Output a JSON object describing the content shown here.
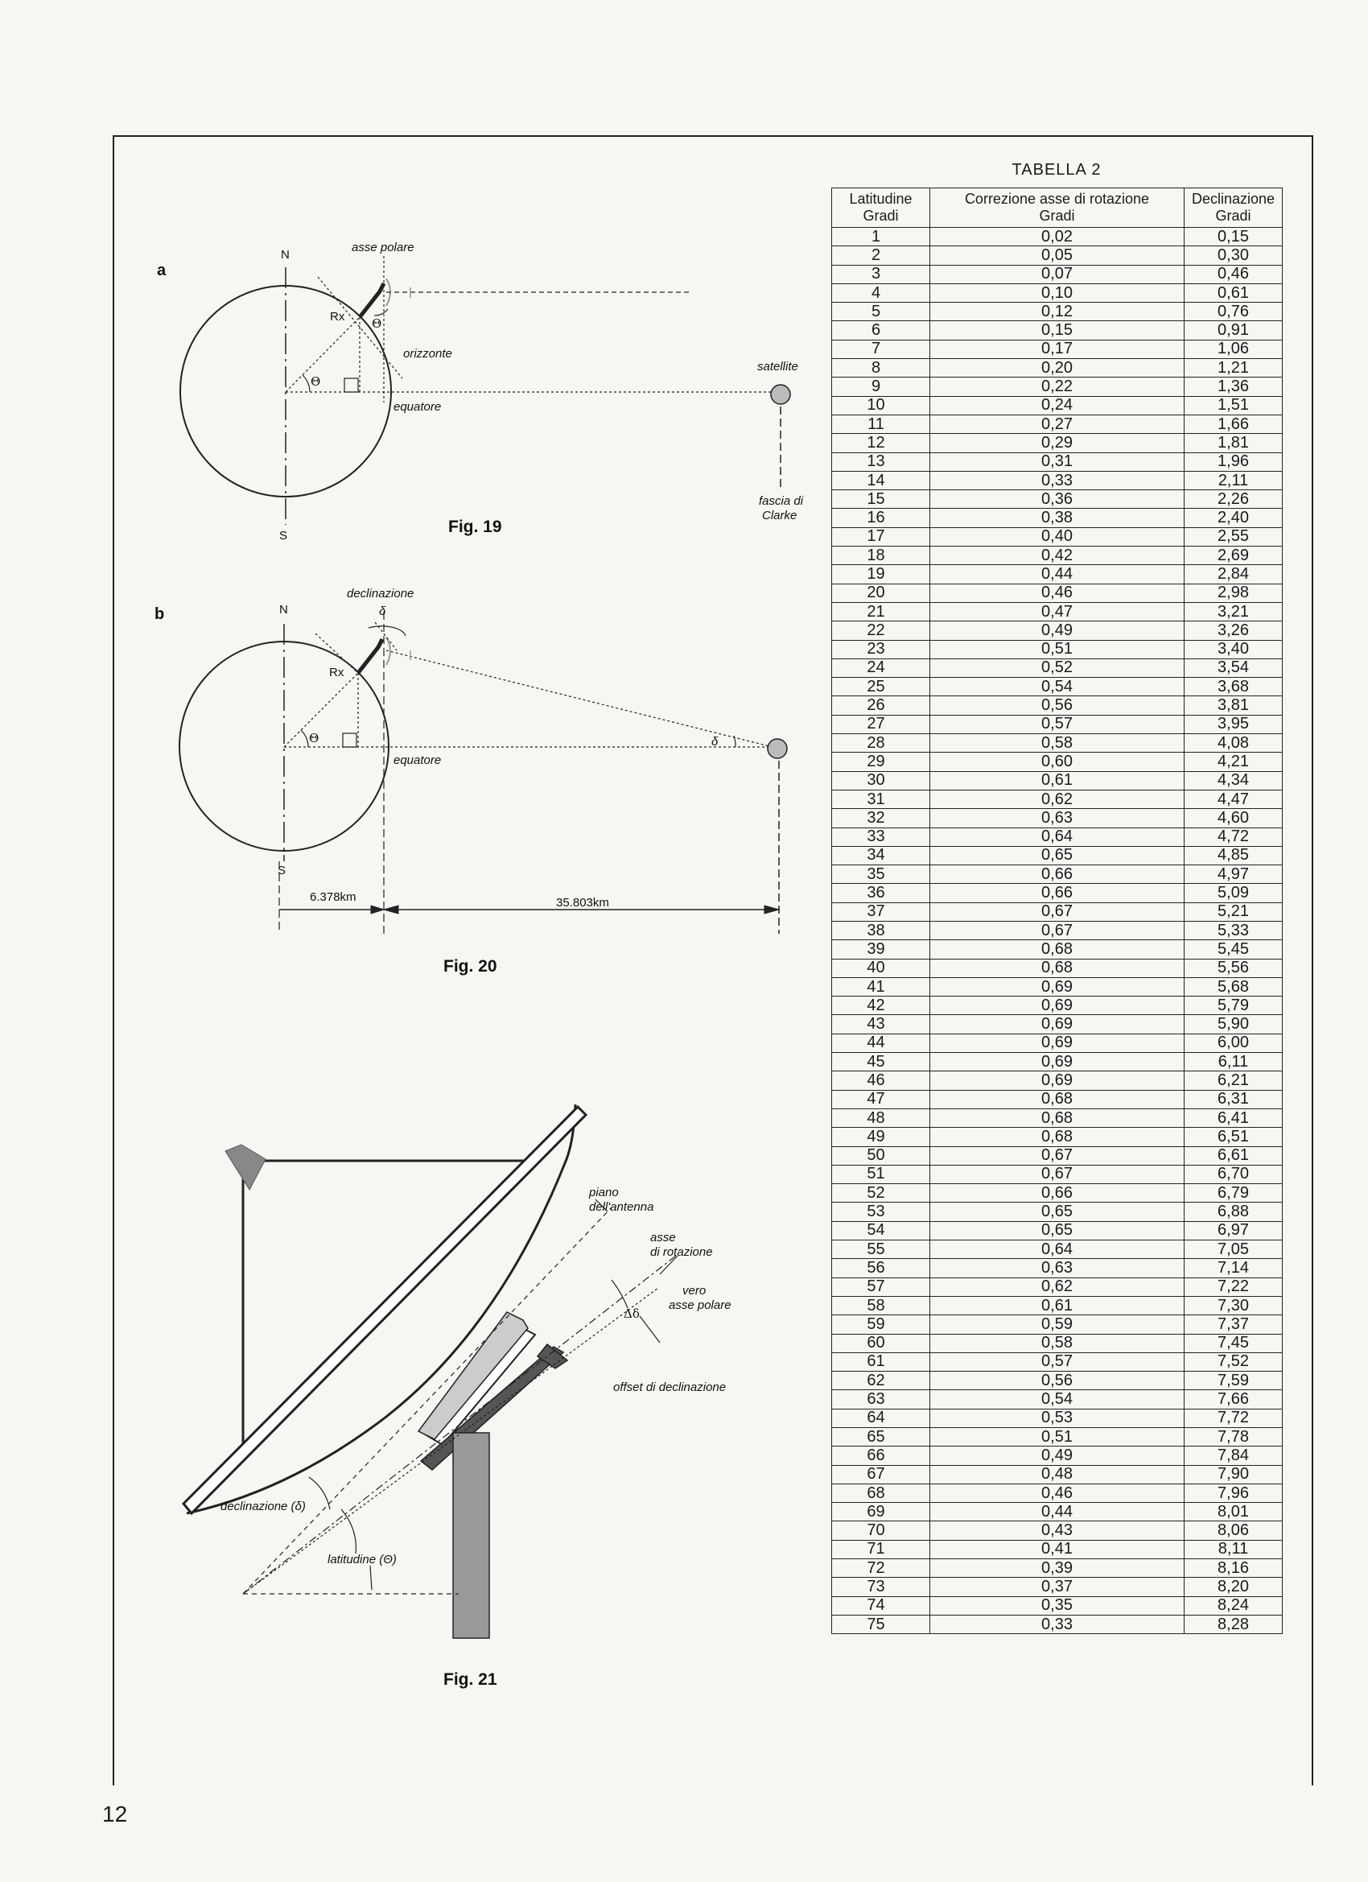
{
  "page_number": "12",
  "table": {
    "title": "TABELLA 2",
    "headers": [
      {
        "line1": "Latitudine",
        "line2": "Gradi"
      },
      {
        "line1": "Correzione asse di rotazione",
        "line2": "Gradi"
      },
      {
        "line1": "Declinazione",
        "line2": "Gradi"
      }
    ],
    "rows": [
      [
        "1",
        "0,02",
        "0,15"
      ],
      [
        "2",
        "0,05",
        "0,30"
      ],
      [
        "3",
        "0,07",
        "0,46"
      ],
      [
        "4",
        "0,10",
        "0,61"
      ],
      [
        "5",
        "0,12",
        "0,76"
      ],
      [
        "6",
        "0,15",
        "0,91"
      ],
      [
        "7",
        "0,17",
        "1,06"
      ],
      [
        "8",
        "0,20",
        "1,21"
      ],
      [
        "9",
        "0,22",
        "1,36"
      ],
      [
        "10",
        "0,24",
        "1,51"
      ],
      [
        "11",
        "0,27",
        "1,66"
      ],
      [
        "12",
        "0,29",
        "1,81"
      ],
      [
        "13",
        "0,31",
        "1,96"
      ],
      [
        "14",
        "0,33",
        "2,11"
      ],
      [
        "15",
        "0,36",
        "2,26"
      ],
      [
        "16",
        "0,38",
        "2,40"
      ],
      [
        "17",
        "0,40",
        "2,55"
      ],
      [
        "18",
        "0,42",
        "2,69"
      ],
      [
        "19",
        "0,44",
        "2,84"
      ],
      [
        "20",
        "0,46",
        "2,98"
      ],
      [
        "21",
        "0,47",
        "3,21"
      ],
      [
        "22",
        "0,49",
        "3,26"
      ],
      [
        "23",
        "0,51",
        "3,40"
      ],
      [
        "24",
        "0,52",
        "3,54"
      ],
      [
        "25",
        "0,54",
        "3,68"
      ],
      [
        "26",
        "0,56",
        "3,81"
      ],
      [
        "27",
        "0,57",
        "3,95"
      ],
      [
        "28",
        "0,58",
        "4,08"
      ],
      [
        "29",
        "0,60",
        "4,21"
      ],
      [
        "30",
        "0,61",
        "4,34"
      ],
      [
        "31",
        "0,62",
        "4,47"
      ],
      [
        "32",
        "0,63",
        "4,60"
      ],
      [
        "33",
        "0,64",
        "4,72"
      ],
      [
        "34",
        "0,65",
        "4,85"
      ],
      [
        "35",
        "0,66",
        "4,97"
      ],
      [
        "36",
        "0,66",
        "5,09"
      ],
      [
        "37",
        "0,67",
        "5,21"
      ],
      [
        "38",
        "0,67",
        "5,33"
      ],
      [
        "39",
        "0,68",
        "5,45"
      ],
      [
        "40",
        "0,68",
        "5,56"
      ],
      [
        "41",
        "0,69",
        "5,68"
      ],
      [
        "42",
        "0,69",
        "5,79"
      ],
      [
        "43",
        "0,69",
        "5,90"
      ],
      [
        "44",
        "0,69",
        "6,00"
      ],
      [
        "45",
        "0,69",
        "6,11"
      ],
      [
        "46",
        "0,69",
        "6,21"
      ],
      [
        "47",
        "0,68",
        "6,31"
      ],
      [
        "48",
        "0,68",
        "6,41"
      ],
      [
        "49",
        "0,68",
        "6,51"
      ],
      [
        "50",
        "0,67",
        "6,61"
      ],
      [
        "51",
        "0,67",
        "6,70"
      ],
      [
        "52",
        "0,66",
        "6,79"
      ],
      [
        "53",
        "0,65",
        "6,88"
      ],
      [
        "54",
        "0,65",
        "6,97"
      ],
      [
        "55",
        "0,64",
        "7,05"
      ],
      [
        "56",
        "0,63",
        "7,14"
      ],
      [
        "57",
        "0,62",
        "7,22"
      ],
      [
        "58",
        "0,61",
        "7,30"
      ],
      [
        "59",
        "0,59",
        "7,37"
      ],
      [
        "60",
        "0,58",
        "7,45"
      ],
      [
        "61",
        "0,57",
        "7,52"
      ],
      [
        "62",
        "0,56",
        "7,59"
      ],
      [
        "63",
        "0,54",
        "7,66"
      ],
      [
        "64",
        "0,53",
        "7,72"
      ],
      [
        "65",
        "0,51",
        "7,78"
      ],
      [
        "66",
        "0,49",
        "7,84"
      ],
      [
        "67",
        "0,48",
        "7,90"
      ],
      [
        "68",
        "0,46",
        "7,96"
      ],
      [
        "69",
        "0,44",
        "8,01"
      ],
      [
        "70",
        "0,43",
        "8,06"
      ],
      [
        "71",
        "0,41",
        "8,11"
      ],
      [
        "72",
        "0,39",
        "8,16"
      ],
      [
        "73",
        "0,37",
        "8,20"
      ],
      [
        "74",
        "0,35",
        "8,24"
      ],
      [
        "75",
        "0,33",
        "8,28"
      ]
    ]
  },
  "fig19": {
    "panel": "a",
    "north": "N",
    "south": "S",
    "axis_label": "asse polare",
    "rx": "Rx",
    "horizon": "orizzonte",
    "equator": "equatore",
    "satellite": "satellite",
    "clarke_1": "fascia di",
    "clarke_2": "Clarke",
    "theta": "Θ",
    "caption": "Fig. 19"
  },
  "fig20": {
    "panel": "b",
    "north": "N",
    "south": "S",
    "declination": "declinazione",
    "delta": "δ",
    "rx": "Rx",
    "equator": "equatore",
    "theta": "Θ",
    "dist_1": "6.378km",
    "dist_2": "35.803km",
    "caption": "Fig. 20"
  },
  "fig21": {
    "plane_1": "piano",
    "plane_2": "dell'antenna",
    "rot_1": "asse",
    "rot_2": "di rotazione",
    "true_1": "vero",
    "true_2": "asse polare",
    "delta_delta": "Δδ",
    "offset": "offset di declinazione",
    "declination": "declinazione (δ)",
    "latitude": "latitudine (Θ)",
    "caption": "Fig. 21"
  }
}
